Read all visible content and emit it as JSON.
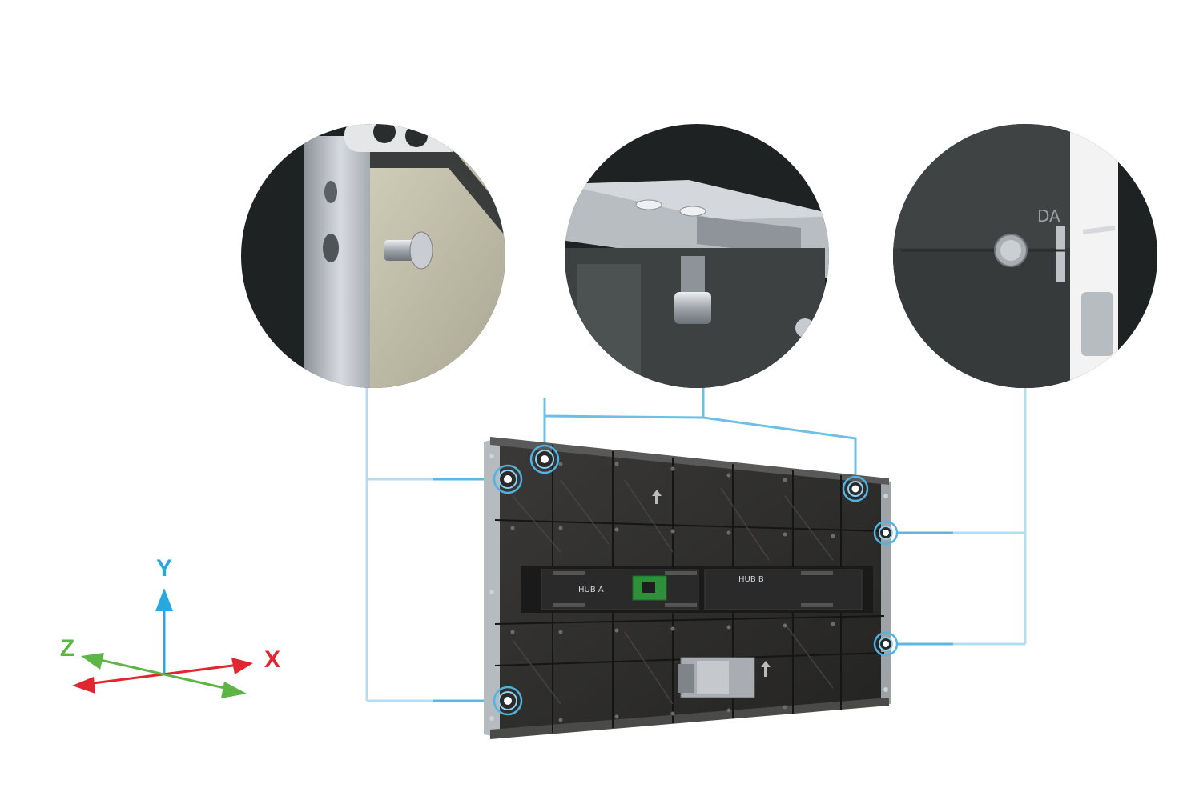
{
  "axes": {
    "x_label": "X",
    "y_label": "Y",
    "z_label": "Z",
    "colors": {
      "x": "#e0262e",
      "y": "#29a8e0",
      "z": "#5cb545"
    }
  },
  "panel": {
    "hub_a_label": "HUB A",
    "hub_b_label": "HUB B"
  },
  "details": {
    "right_detail_text": "DA"
  },
  "colors": {
    "callout_line": "#7cc3e3",
    "highlight_ring": "#4fb3e3",
    "detail_background": "#1e2223"
  }
}
